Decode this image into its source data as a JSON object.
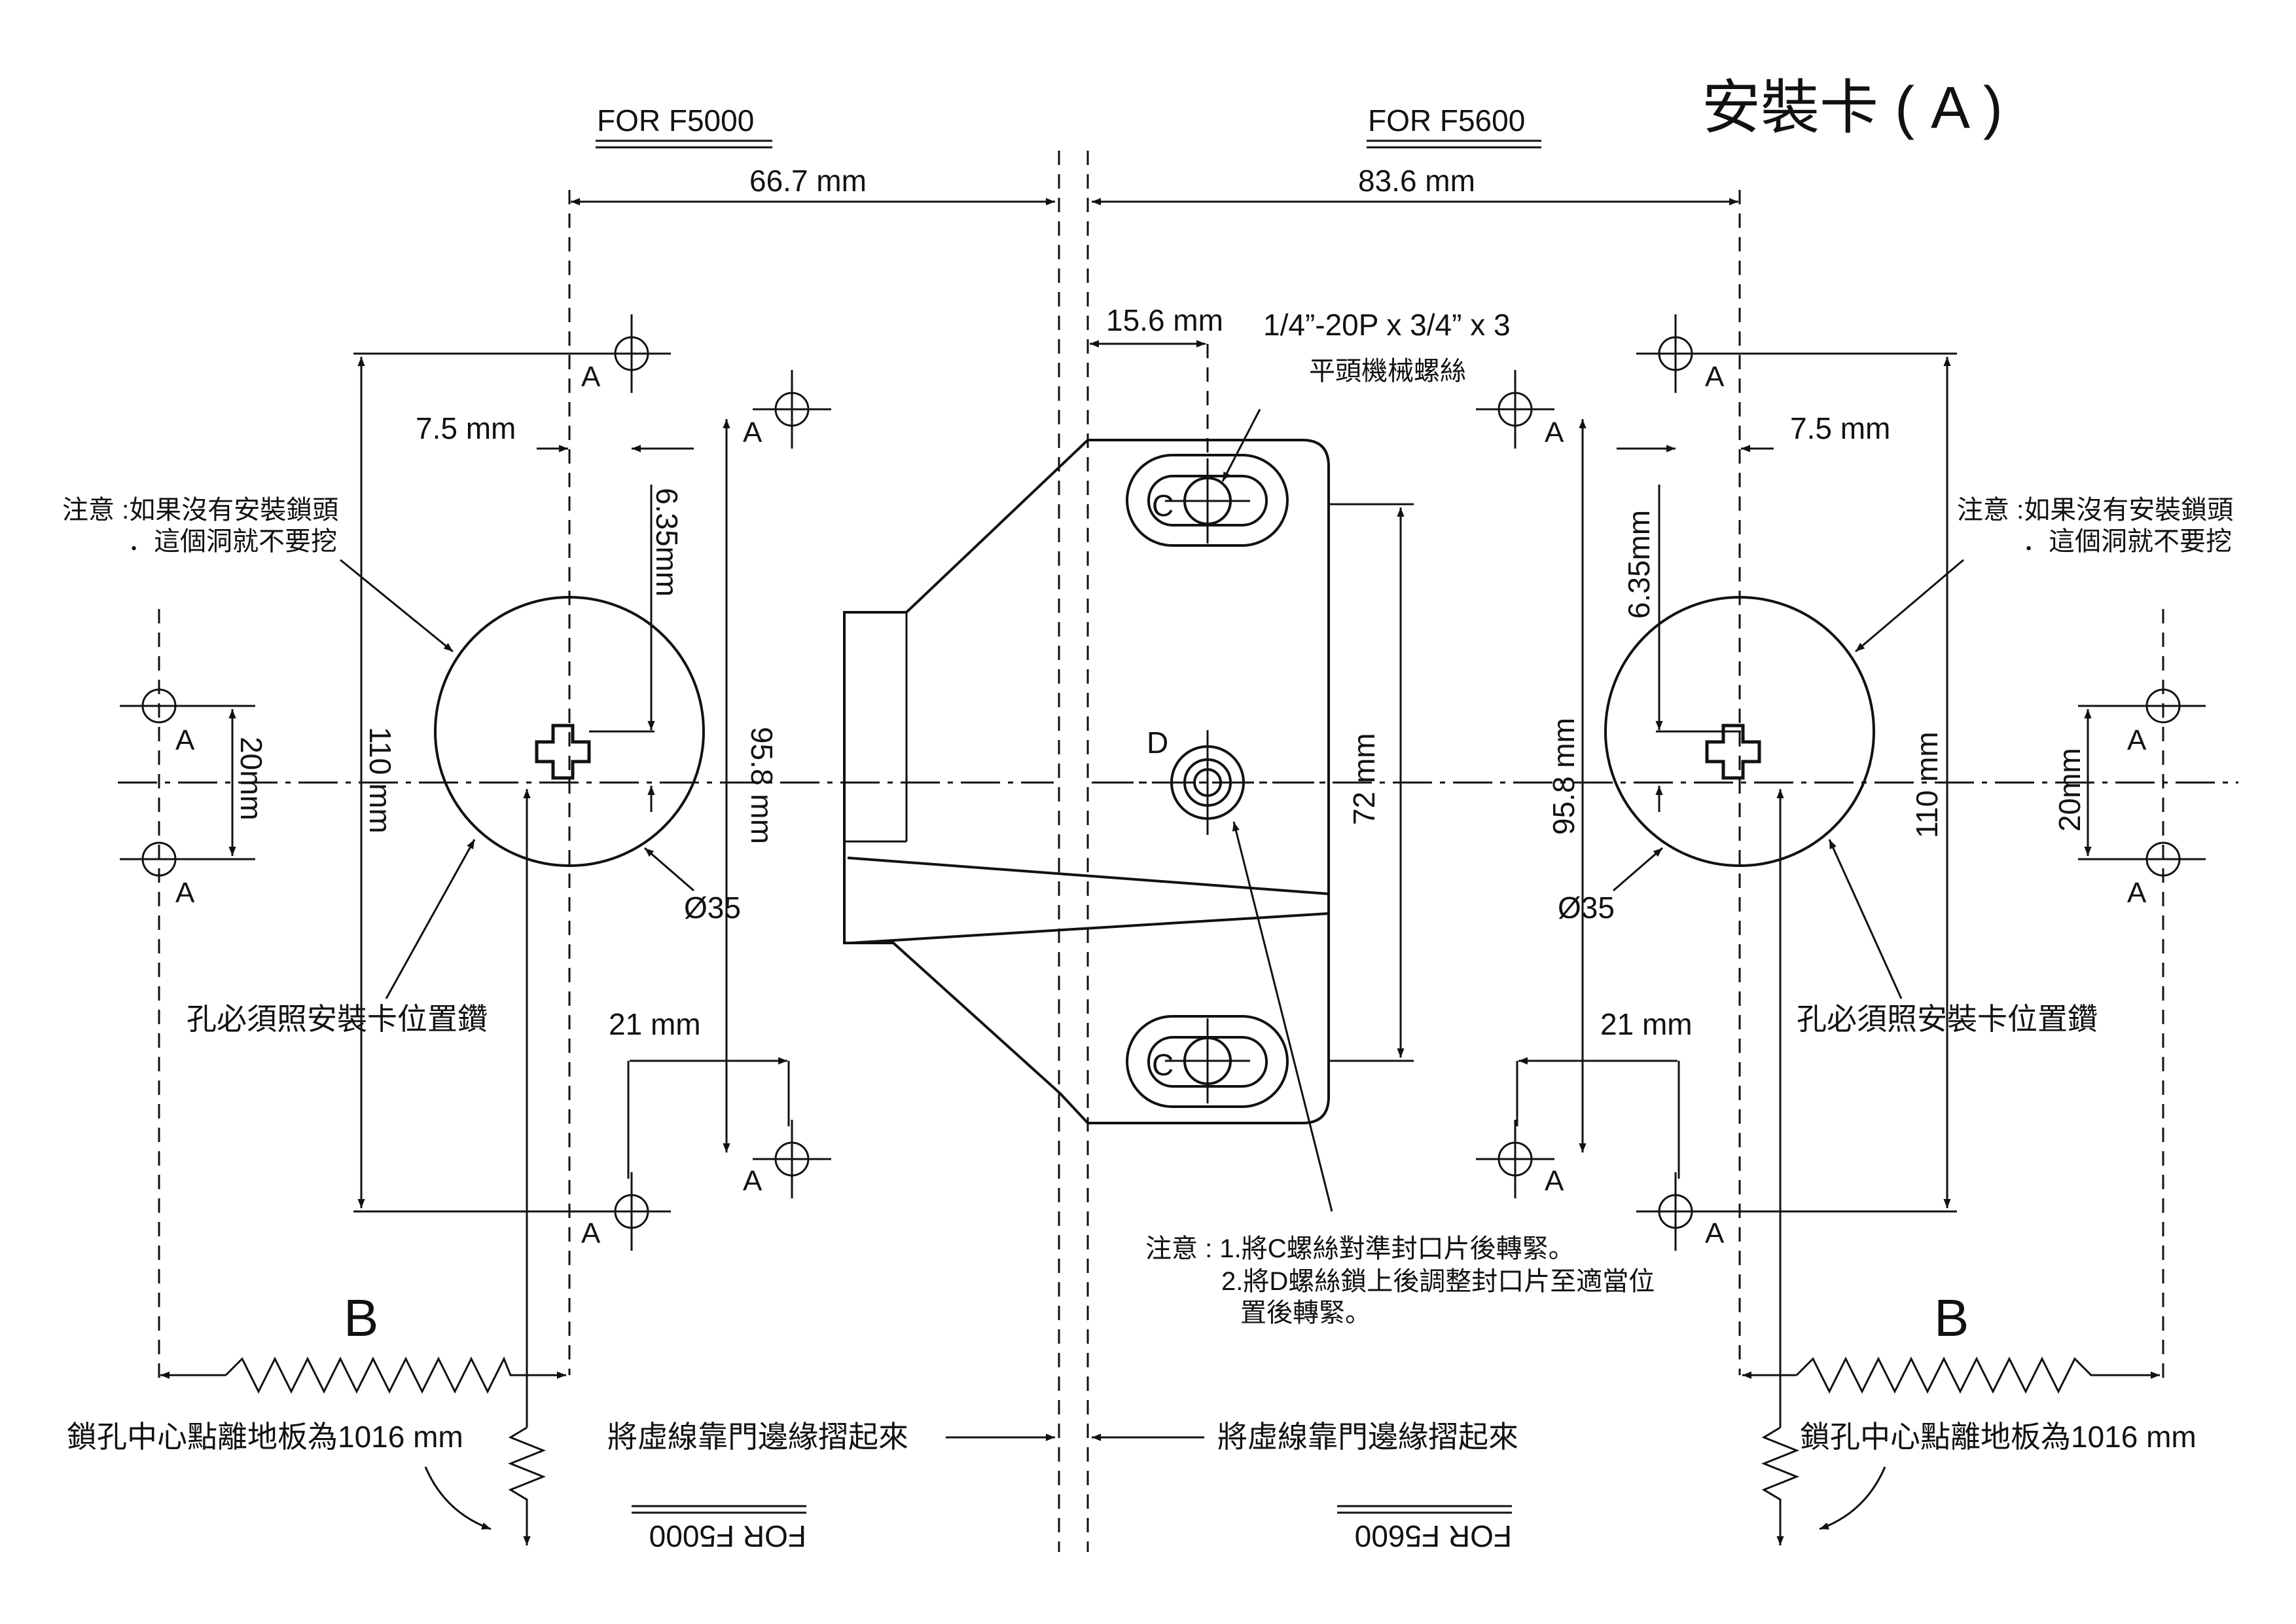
{
  "title": "安裝卡 ( A )",
  "left_panel": {
    "header": "FOR F5000",
    "footer_flipped": "FOR F5000",
    "dim_top": "66.7 mm",
    "dim_offset": "7.5 mm",
    "dim_vertical_offset": "6.35mm",
    "dim_height": "110 mm",
    "dim_inner": "95.8 mm",
    "dim_holes": "20mm",
    "dim_bottom": "21 mm",
    "diameter": "Ø35",
    "note_line1": "注意 :如果沒有安裝鎖頭",
    "note_line2": "．這個洞就不要挖",
    "drill_note": "孔必須照安裝卡位置鑽",
    "b_label": "B",
    "floor_note": "鎖孔中心點離地板為1016 mm",
    "fold_note": "將虛線靠門邊緣摺起來"
  },
  "right_panel": {
    "header": "FOR F5600",
    "footer_flipped": "FOR F5600",
    "dim_top": "83.6 mm",
    "dim_offset": "7.5 mm",
    "dim_vertical_offset": "6.35mm",
    "dim_height": "110 mm",
    "dim_inner": "95.8 mm",
    "dim_holes": "20mm",
    "dim_bottom": "21 mm",
    "diameter": "Ø35",
    "note_line1": "注意 :如果沒有安裝鎖頭",
    "note_line2": "．這個洞就不要挖",
    "drill_note": "孔必須照安裝卡位置鑽",
    "b_label": "B",
    "floor_note": "鎖孔中心點離地板為1016 mm",
    "fold_note": "將虛線靠門邊緣摺起來"
  },
  "center_part": {
    "dim_edge": "15.6 mm",
    "screw_spec": "1/4”-20P x 3/4” x 3",
    "screw_name": "平頭機械螺絲",
    "dim_slots": "72 mm",
    "label_c": "C",
    "label_d": "D",
    "label_a": "A",
    "instr_line1": "注意 : 1.將C螺絲對準封口片後轉緊。",
    "instr_line2": "2.將D螺絲鎖上後調整封口片至適當位",
    "instr_line3": "置後轉緊。"
  }
}
